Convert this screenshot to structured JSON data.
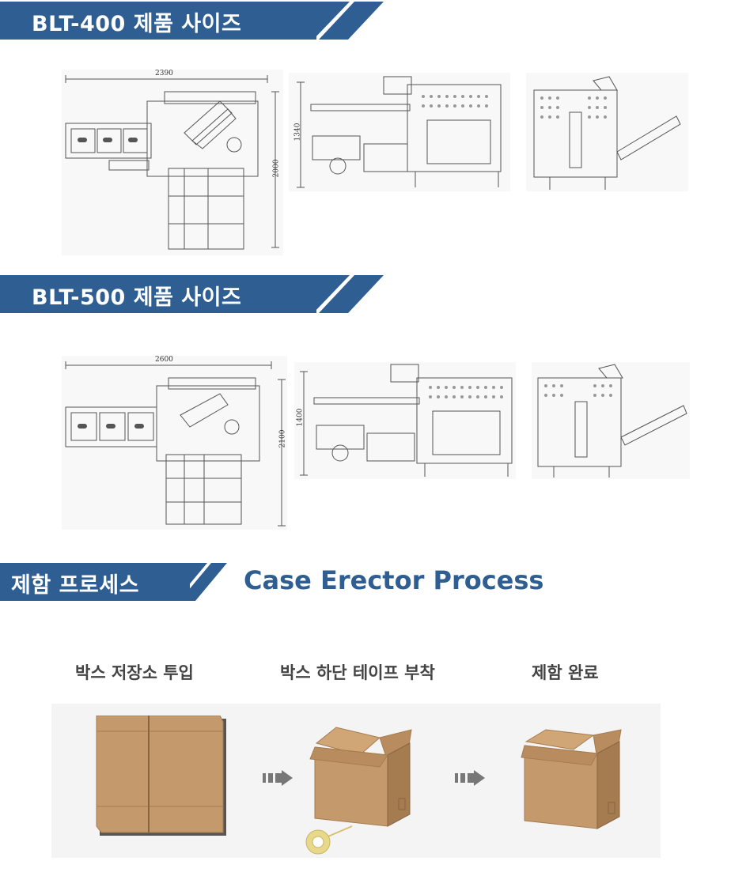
{
  "sections": [
    {
      "title": "BLT-400 제품 사이즈",
      "dims": {
        "width": "2390",
        "height_front": "2000",
        "height_side": "1340"
      }
    },
    {
      "title": "BLT-500 제품 사이즈",
      "dims": {
        "width": "2600",
        "height_front": "2100",
        "height_side": "1400"
      }
    }
  ],
  "process": {
    "title_kr": "제함 프로세스",
    "title_en": "Case Erector Process",
    "steps": [
      {
        "label": "박스 저장소 투입",
        "icon": "flat-box-stack-icon"
      },
      {
        "label": "박스 하단 테이프 부착",
        "icon": "open-box-tape-icon"
      },
      {
        "label": "제함 완료",
        "icon": "erected-box-icon"
      }
    ],
    "arrow_icon": "arrow-right-icon"
  },
  "colors": {
    "banner": "#2f5e92",
    "cardboard": "#c49a6c",
    "cardboard_dark": "#a57c50",
    "accent_text": "#2f5e92"
  }
}
